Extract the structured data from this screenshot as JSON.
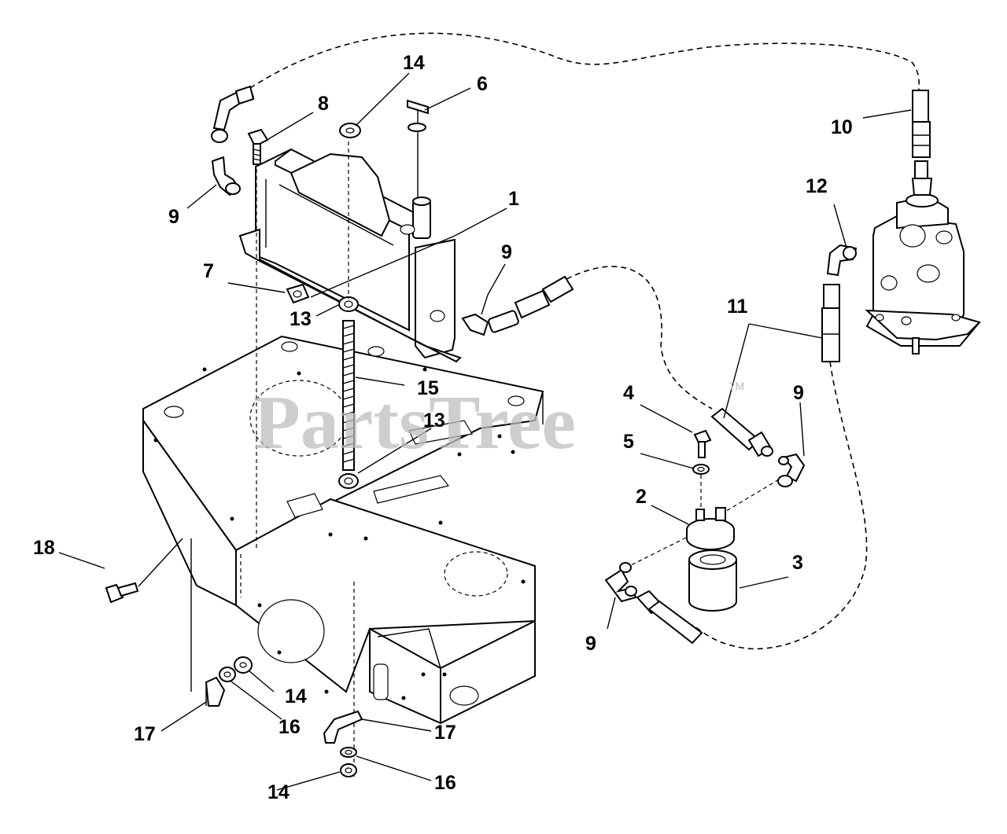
{
  "watermark": {
    "text": "PartsTree",
    "trademark": "TM"
  },
  "callouts": [
    {
      "id": "c1",
      "label": "1"
    },
    {
      "id": "c2",
      "label": "2"
    },
    {
      "id": "c3",
      "label": "3"
    },
    {
      "id": "c4",
      "label": "4"
    },
    {
      "id": "c5",
      "label": "5"
    },
    {
      "id": "c6",
      "label": "6"
    },
    {
      "id": "c7",
      "label": "7"
    },
    {
      "id": "c8",
      "label": "8"
    },
    {
      "id": "c9a",
      "label": "9"
    },
    {
      "id": "c9b",
      "label": "9"
    },
    {
      "id": "c9c",
      "label": "9"
    },
    {
      "id": "c9d",
      "label": "9"
    },
    {
      "id": "c10",
      "label": "10"
    },
    {
      "id": "c11",
      "label": "11"
    },
    {
      "id": "c12",
      "label": "12"
    },
    {
      "id": "c13a",
      "label": "13"
    },
    {
      "id": "c13b",
      "label": "13"
    },
    {
      "id": "c14a",
      "label": "14"
    },
    {
      "id": "c14b",
      "label": "14"
    },
    {
      "id": "c14c",
      "label": "14"
    },
    {
      "id": "c15",
      "label": "15"
    },
    {
      "id": "c16a",
      "label": "16"
    },
    {
      "id": "c16b",
      "label": "16"
    },
    {
      "id": "c17a",
      "label": "17"
    },
    {
      "id": "c17b",
      "label": "17"
    },
    {
      "id": "c18",
      "label": "18"
    }
  ]
}
